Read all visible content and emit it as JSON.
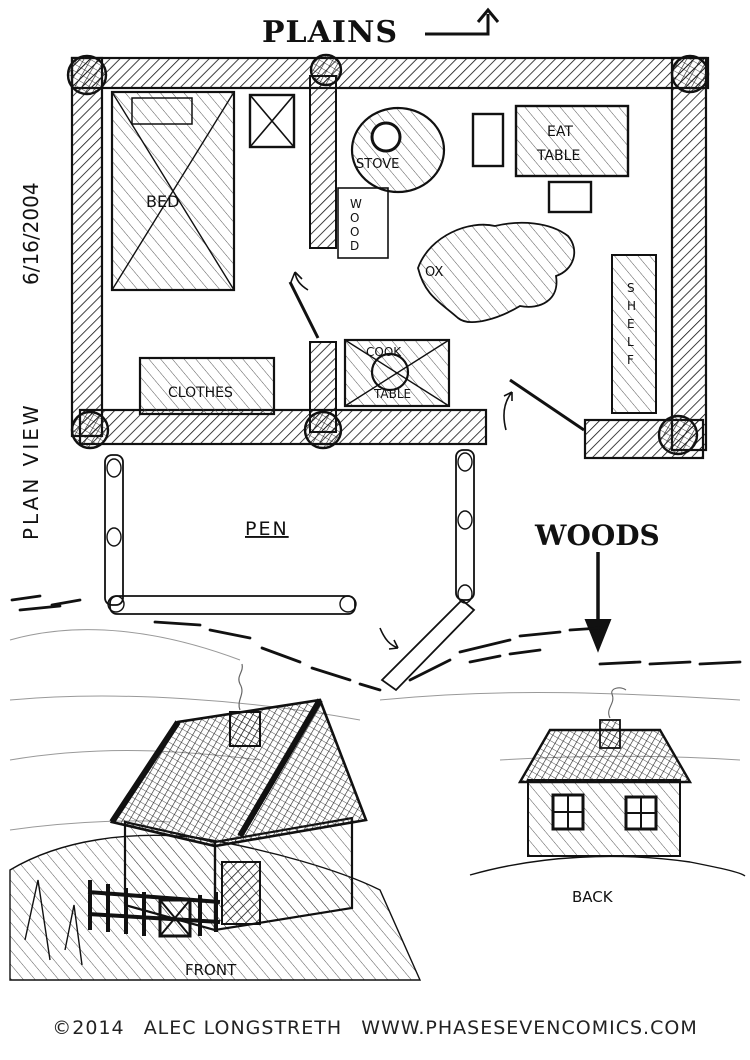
{
  "page": {
    "heading": "PLAINS",
    "date": "6/16/2004",
    "view_label": "PLAN VIEW"
  },
  "rooms": {
    "bed": "BED",
    "stove": "STOVE",
    "wood": [
      "W",
      "O",
      "O",
      "D"
    ],
    "eat_table": [
      "EAT",
      "TABLE"
    ],
    "ox": "OX",
    "shelf": [
      "S",
      "H",
      "E",
      "L",
      "F"
    ],
    "clothes": "CLOTHES",
    "cook_table": [
      "COOK",
      "TABLE"
    ],
    "pen": "PEN"
  },
  "labels": {
    "woods": "WOODS",
    "front": "FRONT",
    "back": "BACK"
  },
  "footer": {
    "copyright": "©2014",
    "author": "ALEC LONGSTRETH",
    "website": "WWW.PHASESEVENCOMICS.COM"
  }
}
